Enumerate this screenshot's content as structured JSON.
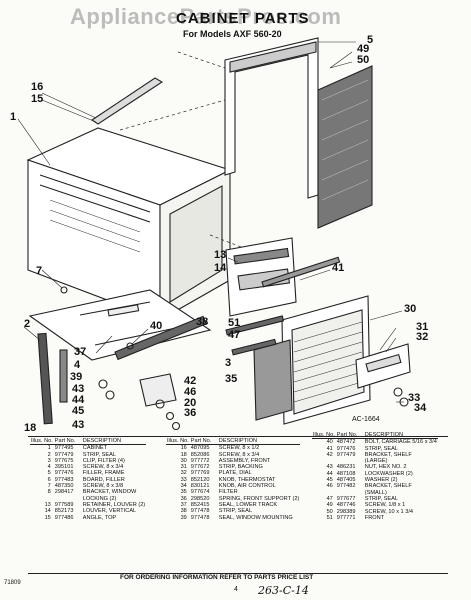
{
  "watermark": "AppliancePartsPros.com",
  "title": "CABINET PARTS",
  "subtitle": "For Models AXF 560-20",
  "figure_code": "AC-1664",
  "callouts": {
    "c5": "5",
    "c49": "49",
    "c50": "50",
    "c16": "16",
    "c15": "15",
    "c1": "1",
    "c7": "7",
    "c13": "13",
    "c41": "41",
    "c14": "14",
    "c30": "30",
    "c51": "51",
    "c47": "47",
    "c2": "2",
    "c40": "40",
    "c38": "38",
    "c31": "31",
    "c32": "32",
    "c37": "37",
    "c3": "3",
    "c35": "35",
    "c4": "4",
    "c39": "39",
    "c43a": "43",
    "c42": "42",
    "c33": "33",
    "c44": "44",
    "c46": "46",
    "c34": "34",
    "c45": "45",
    "c18": "18",
    "c20": "20",
    "c36": "36",
    "c43b": "43"
  },
  "table_headers": {
    "illus": "Illus.",
    "no": "No.",
    "part": "Part",
    "part_no": "No.",
    "description": "DESCRIPTION"
  },
  "parts_col1": [
    {
      "illus": "1",
      "part": "977495",
      "desc": "CABINET"
    },
    {
      "illus": "2",
      "part": "977479",
      "desc": "STRIP, SEAL"
    },
    {
      "illus": "3",
      "part": "977675",
      "desc": "CLIP, FILTER (4)"
    },
    {
      "illus": "4",
      "part": "395101",
      "desc": "SCREW, 8 x 3/4"
    },
    {
      "illus": "5",
      "part": "977476",
      "desc": "FILLER, FRAME"
    },
    {
      "illus": "6",
      "part": "977483",
      "desc": "BOARD, FILLER"
    },
    {
      "illus": "7",
      "part": "487350",
      "desc": "SCREW, 8 x 3/8"
    },
    {
      "illus": "8",
      "part": "298417",
      "desc": "BRACKET, WINDOW"
    },
    {
      "illus": "",
      "part": "",
      "desc": "LOCKING (2)"
    },
    {
      "illus": "13",
      "part": "977589",
      "desc": "RETAINER, LOUVER (2)"
    },
    {
      "illus": "14",
      "part": "852173",
      "desc": "LOUVER, VERTICAL"
    },
    {
      "illus": "15",
      "part": "977486",
      "desc": "ANGLE, TOP"
    }
  ],
  "parts_col2": [
    {
      "illus": "16",
      "part": "487095",
      "desc": "SCREW, 8 x 1/2"
    },
    {
      "illus": "18",
      "part": "852086",
      "desc": "SCREW, 8 x 3/4"
    },
    {
      "illus": "30",
      "part": "977772",
      "desc": "ASSEMBLY, FRONT"
    },
    {
      "illus": "31",
      "part": "977672",
      "desc": "STRIP, BACKING"
    },
    {
      "illus": "32",
      "part": "977769",
      "desc": "PLATE, DIAL"
    },
    {
      "illus": "33",
      "part": "852120",
      "desc": "KNOB, THERMOSTAT"
    },
    {
      "illus": "34",
      "part": "830121",
      "desc": "KNOB, AIR CONTROL"
    },
    {
      "illus": "35",
      "part": "977674",
      "desc": "FILTER"
    },
    {
      "illus": "36",
      "part": "298520",
      "desc": "SPRING, FRONT SUPPORT (2)"
    },
    {
      "illus": "37",
      "part": "852415",
      "desc": "SEAL, LOWER TRACK"
    },
    {
      "illus": "38",
      "part": "977478",
      "desc": "STRIP, SEAL"
    },
    {
      "illus": "39",
      "part": "977478",
      "desc": "SEAL, WINDOW MOUNTING"
    }
  ],
  "parts_col3": [
    {
      "illus": "40",
      "part": "487472",
      "desc": "BOLT, CARRIAGE 5/16 x 3/4"
    },
    {
      "illus": "41",
      "part": "977476",
      "desc": "STRIP, SEAL"
    },
    {
      "illus": "42",
      "part": "977479",
      "desc": "BRACKET, SHELF"
    },
    {
      "illus": "",
      "part": "",
      "desc": "(LARGE)"
    },
    {
      "illus": "43",
      "part": "486231",
      "desc": "NUT, HEX NO. 2"
    },
    {
      "illus": "44",
      "part": "487108",
      "desc": "LOCKWASHER (2)"
    },
    {
      "illus": "45",
      "part": "487405",
      "desc": "WASHER (2)"
    },
    {
      "illus": "46",
      "part": "977482",
      "desc": "BRACKET, SHELF"
    },
    {
      "illus": "",
      "part": "",
      "desc": "(SMALL)"
    },
    {
      "illus": "47",
      "part": "977677",
      "desc": "STRIP, SEAL"
    },
    {
      "illus": "49",
      "part": "487746",
      "desc": "SCREW, 1/8 x 1"
    },
    {
      "illus": "50",
      "part": "298389",
      "desc": "SCREW, 10 x 1 3/4"
    },
    {
      "illus": "51",
      "part": "977771",
      "desc": "FRONT"
    }
  ],
  "footer_note": "FOR ORDERING INFORMATION REFER TO PARTS PRICE LIST",
  "page_number": "4",
  "doc_code": "71809",
  "handwritten_note": "263-C-14"
}
